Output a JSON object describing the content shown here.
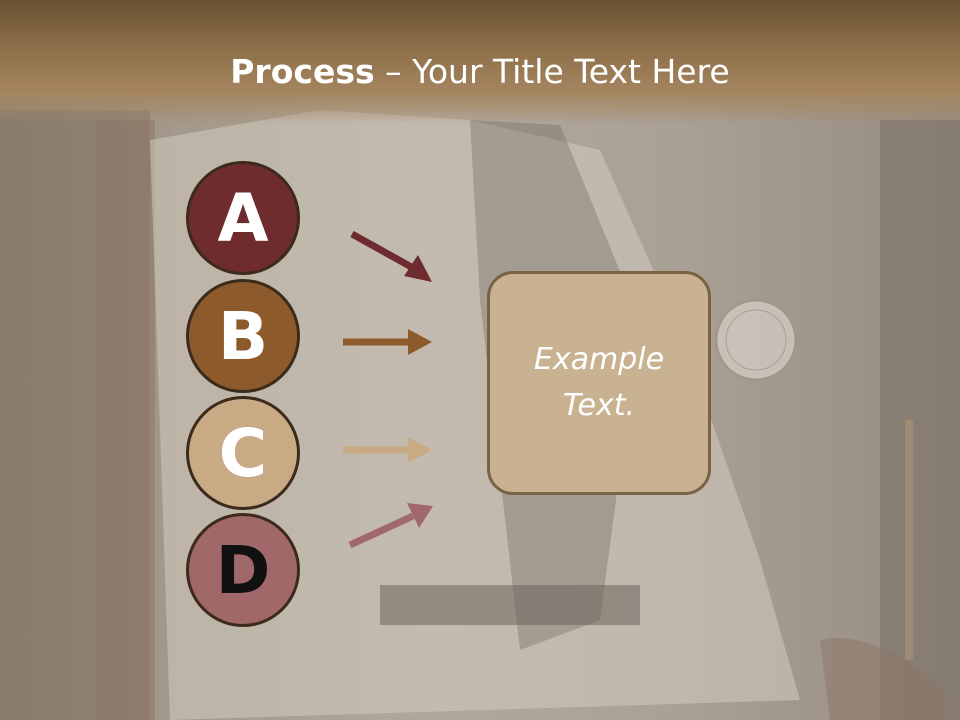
{
  "title": {
    "bold": "Process",
    "rest": " – Your Title Text Here"
  },
  "steps": [
    {
      "letter": "A",
      "color": "#6e2c2e"
    },
    {
      "letter": "B",
      "color": "#8d5a2b"
    },
    {
      "letter": "C",
      "color": "#c8aa85"
    },
    {
      "letter": "D",
      "color": "#a06868"
    }
  ],
  "box_text": "Example Text.",
  "background": "photo-of-person-in-light-shirt-with-vest-and-gauge",
  "colors": {
    "title_bar": "#8a6c47",
    "box_fill": "#c9b292",
    "box_border": "#7a6245"
  }
}
